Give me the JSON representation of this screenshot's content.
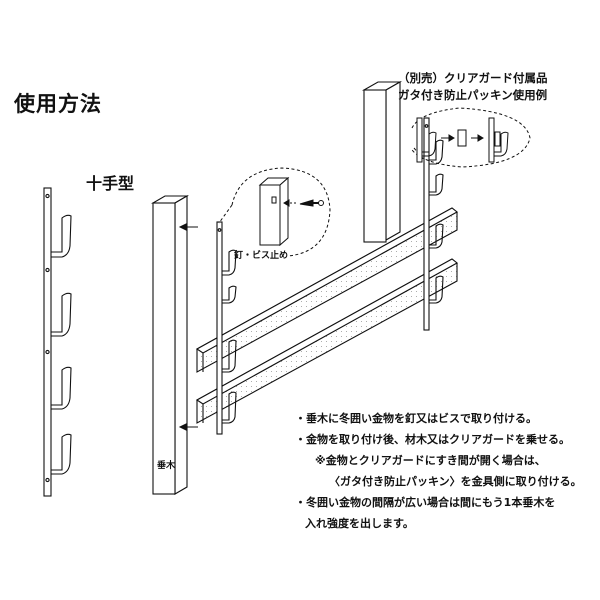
{
  "title": "使用方法",
  "subtitle": "十手型",
  "optional_note": {
    "line1": "（別売）クリアガード付属品",
    "line2": "ガタ付き防止パッキン使用例"
  },
  "screw_label": "釘・ビス止め",
  "post_label": "垂木",
  "notes": {
    "line1": "・垂木に冬囲い金物を釘又はビスで取り付ける。",
    "line2": "・金物を取り付け後、材木又はクリアガードを乗せる。",
    "line3": "※金物とクリアガードにすき間が開く場合は、",
    "line4": "〈ガタ付き防止パッキン〉を金具側に取り付ける。",
    "line5": "・冬囲い金物の間隔が広い場合は間にもう1本垂木を",
    "line6": "入れ強度を出します。"
  },
  "colors": {
    "line": "#111111",
    "board_fill": "#f4f4f4",
    "hatch": "#c8c8c8"
  }
}
